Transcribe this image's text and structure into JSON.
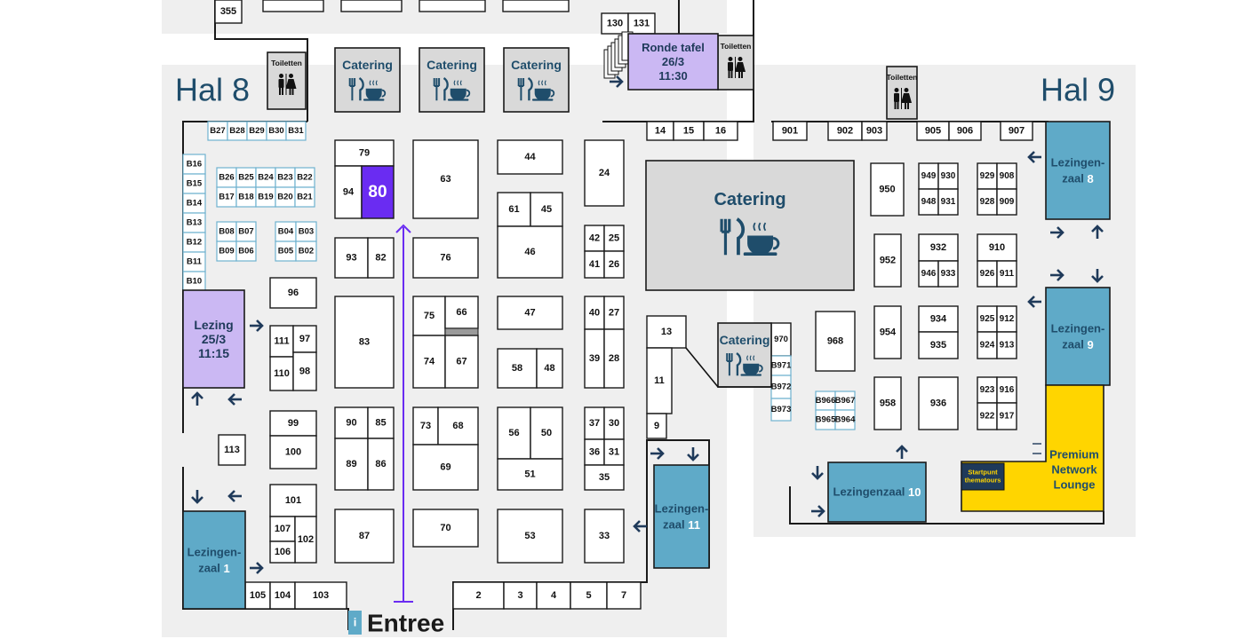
{
  "halls": {
    "hal8": "Hal 8",
    "hal9": "Hal 9"
  },
  "entrance": {
    "label": "Entree",
    "info_glyph": "i"
  },
  "colors": {
    "hall_bg": "#efefef",
    "booth_stroke": "#1a1a1a",
    "highlight_booth": "#6a2cf2",
    "lecture_purple": "#cbb8f3",
    "lecture_blue": "#5faac8",
    "lounge_yellow": "#ffd500",
    "accent_blue_text": "#1f4d6b",
    "catering_bg": "#d9d9d9",
    "small_booth_stroke": "#6fb2cf"
  },
  "icons": {
    "catering": "fork-knife-cup-icon",
    "toilet": "man-woman-toilet-icon",
    "arrow": "direction-arrow-icon",
    "route": "route-line-icon",
    "info": "info-icon"
  },
  "you_are_here_booth": "80",
  "catering_label": "Catering",
  "toilet_label": "Toiletten",
  "rooms": {
    "ronde_tafel": [
      "Ronde tafel",
      "26/3",
      "11:30"
    ],
    "lezing": [
      "Lezing",
      "25/3",
      "11:15"
    ],
    "lz1": {
      "line1": "Lezingen-",
      "line2": "zaal",
      "num": "1"
    },
    "lz8": {
      "line1": "Lezingen-",
      "line2": "zaal",
      "num": "8"
    },
    "lz9": {
      "line1": "Lezingen-",
      "line2": "zaal",
      "num": "9"
    },
    "lz11": {
      "line1": "Lezingen-",
      "line2": "zaal",
      "num": "11"
    },
    "lz10": {
      "line1": "Lezingenzaal",
      "num": "10"
    },
    "lounge": [
      "Premium",
      "Network",
      "Lounge"
    ],
    "thematours": [
      "Startpunt",
      "thematours"
    ]
  },
  "booth_numbers": {
    "top_row_hal8": [
      "355",
      "130",
      "131"
    ],
    "b_top": [
      "B27",
      "B28",
      "B29",
      "B30",
      "B31"
    ],
    "b_left": [
      "B16",
      "B15",
      "B14",
      "B13",
      "B12",
      "B11",
      "B10"
    ],
    "b_grid1": [
      "B26",
      "B25",
      "B24",
      "B23",
      "B22",
      "B17",
      "B18",
      "B19",
      "B20",
      "B21"
    ],
    "b_grid2": [
      "B08",
      "B07",
      "B09",
      "B06"
    ],
    "b_grid3": [
      "B04",
      "B03",
      "B05",
      "B02"
    ],
    "col_a": [
      "96",
      "111",
      "97",
      "110",
      "98",
      "99",
      "100",
      "113",
      "101",
      "107",
      "102",
      "106",
      "105",
      "104",
      "103"
    ],
    "col_b": [
      "79",
      "94",
      "80",
      "93",
      "82",
      "83",
      "90",
      "85",
      "89",
      "86",
      "87"
    ],
    "col_c": [
      "63",
      "76",
      "75",
      "66",
      "74",
      "67",
      "73",
      "68",
      "69",
      "70"
    ],
    "col_d": [
      "44",
      "61",
      "45",
      "46",
      "47",
      "58",
      "48",
      "56",
      "50",
      "51",
      "53"
    ],
    "col_e": [
      "24",
      "42",
      "25",
      "41",
      "26",
      "40",
      "27",
      "39",
      "28",
      "37",
      "30",
      "36",
      "31",
      "35",
      "33"
    ],
    "bottom_row": [
      "2",
      "3",
      "4",
      "5",
      "7"
    ],
    "mid_col": [
      "14",
      "15",
      "16",
      "13",
      "11",
      "9"
    ],
    "hal9_top": [
      "901",
      "902",
      "903",
      "905",
      "906",
      "907"
    ],
    "hal9_grid": [
      "950",
      "949",
      "930",
      "948",
      "931",
      "929",
      "908",
      "928",
      "909",
      "952",
      "932",
      "946",
      "933",
      "910",
      "926",
      "911",
      "968",
      "954",
      "934",
      "935",
      "925",
      "912",
      "924",
      "913",
      "958",
      "936",
      "923",
      "916",
      "922",
      "917"
    ],
    "hal9_small": [
      "970",
      "B971",
      "B972",
      "B973",
      "B966",
      "B967",
      "B965",
      "B964"
    ]
  }
}
